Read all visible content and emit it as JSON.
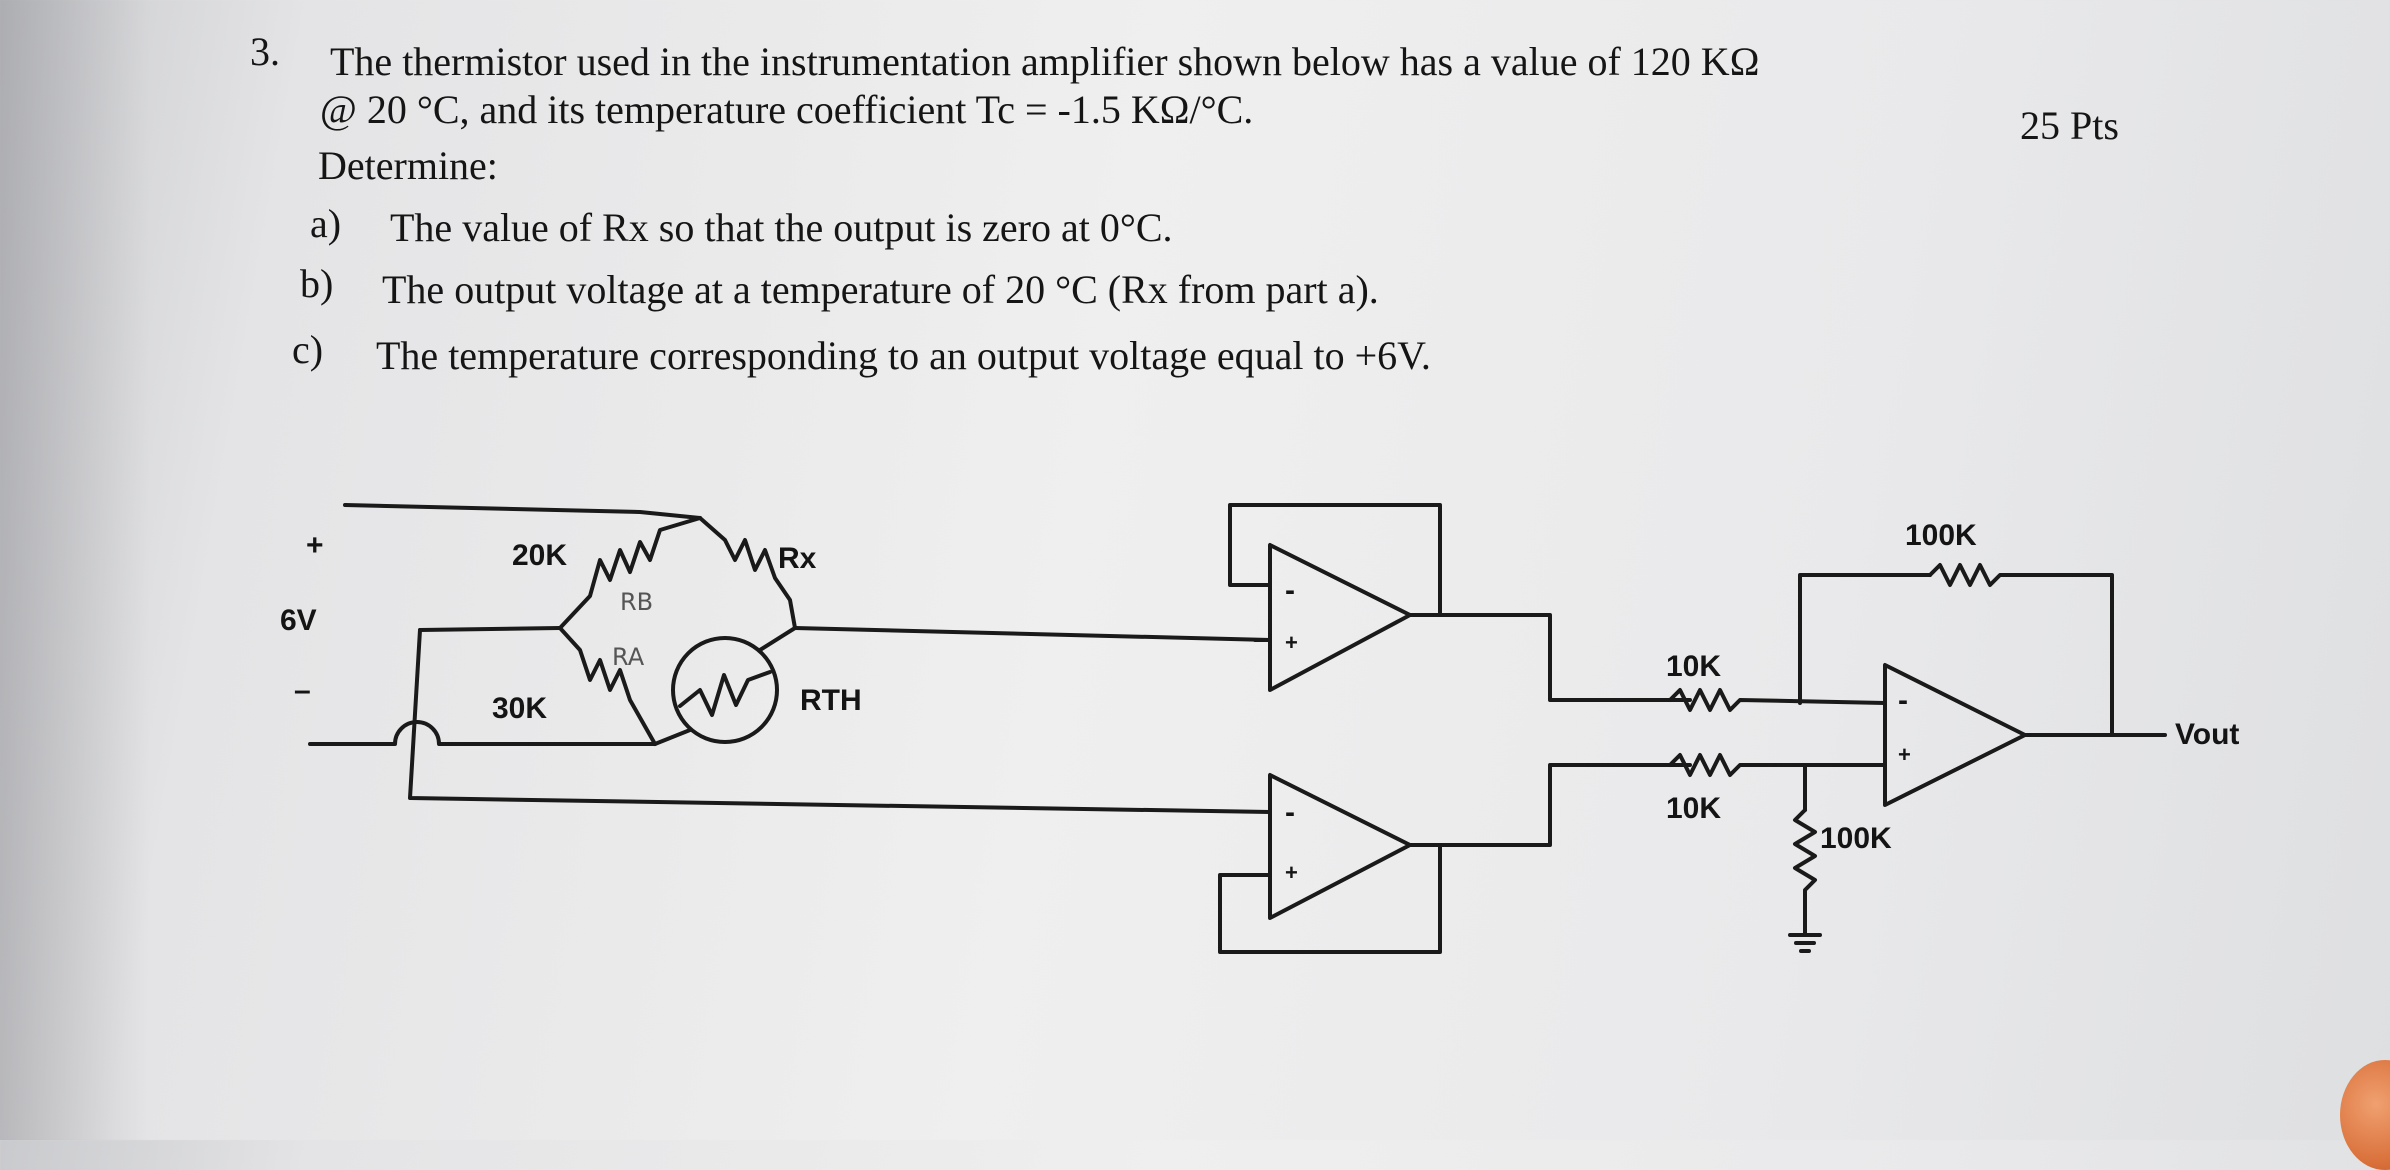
{
  "question": {
    "number": "3.",
    "line1": "The thermistor used in the instrumentation amplifier shown below has a value of 120 KΩ",
    "line2": "@ 20 °C, and its temperature coefficient Tc = -1.5 KΩ/°C.",
    "points": "25 Pts",
    "line3": "Determine:",
    "parts": [
      {
        "label": "a)",
        "text": "The value of Rx so that the output is zero at 0°C."
      },
      {
        "label": "b)",
        "text": "The output voltage at a temperature of 20 °C (Rx from part a)."
      },
      {
        "label": "c)",
        "text": "The temperature corresponding to an output voltage equal to +6V."
      }
    ]
  },
  "circuit": {
    "supply_plus": "+",
    "supply_value": "6V",
    "supply_minus": "–",
    "r_20k": "20K",
    "r_30k": "30K",
    "r_x": "Rx",
    "r_th": "RTH",
    "handwritten_rb": "RB",
    "handwritten_ra": "RA",
    "r_10k_top": "10K",
    "r_10k_bottom": "10K",
    "r_100k_feedback": "100K",
    "r_100k_ground": "100K",
    "vout": "Vout",
    "opamp_minus": "-",
    "opamp_plus": "+"
  },
  "colors": {
    "paper": "#efefef",
    "ink": "#151515",
    "handwriting": "#555555"
  }
}
